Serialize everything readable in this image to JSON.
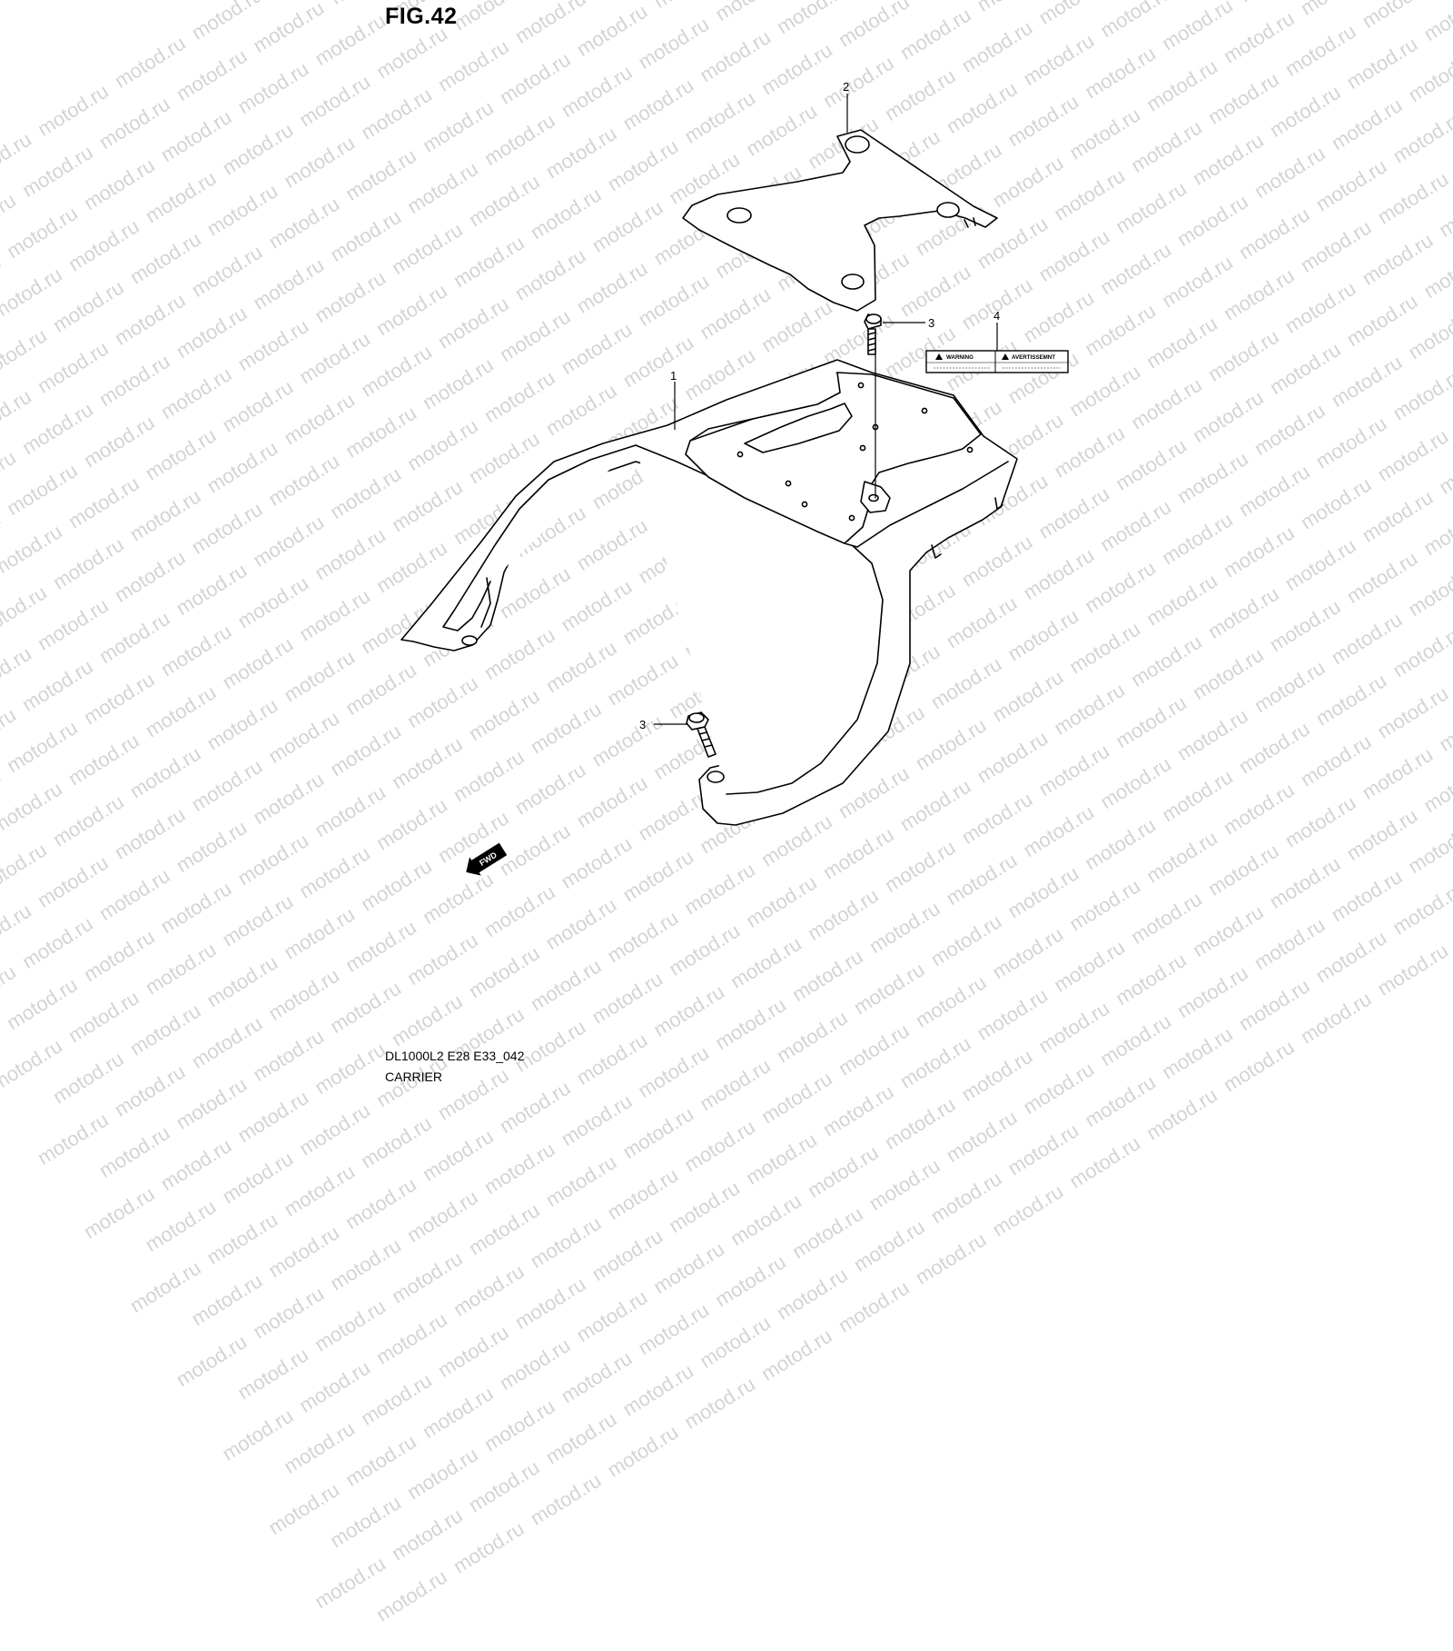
{
  "figure": {
    "title": "FIG.42",
    "code": "DL1000L2 E28 E33_042",
    "name": "CARRIER"
  },
  "watermark": "motod.ru",
  "callouts": {
    "c1": "1",
    "c2": "2",
    "c3a": "3",
    "c3b": "3",
    "c4": "4"
  },
  "warning_label": {
    "left": "WARNING",
    "right": "AVERTISSEMNT"
  },
  "fwd_arrow": "FWD"
}
